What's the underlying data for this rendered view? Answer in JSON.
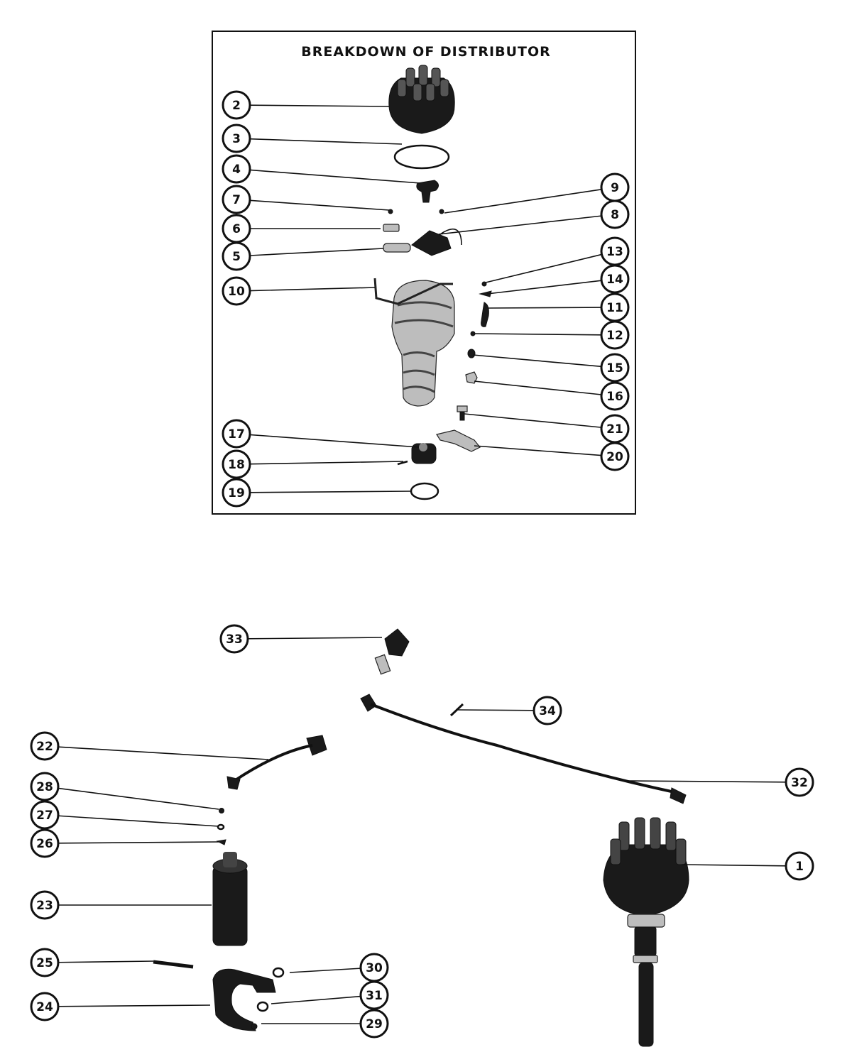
{
  "title": "BREAKDOWN OF DISTRIBUTOR",
  "callouts": [
    {
      "number": "2",
      "target": [
        548,
        150
      ]
    },
    {
      "number": "3",
      "target": [
        566,
        203
      ]
    },
    {
      "number": "4",
      "target": [
        592,
        258
      ]
    },
    {
      "number": "7",
      "target": [
        548,
        296
      ]
    },
    {
      "number": "6",
      "target": [
        536,
        322
      ]
    },
    {
      "number": "5",
      "target": [
        540,
        350
      ]
    },
    {
      "number": "10",
      "target": [
        528,
        405
      ]
    },
    {
      "number": "9",
      "target": [
        626,
        300
      ]
    },
    {
      "number": "8",
      "target": [
        618,
        330
      ]
    },
    {
      "number": "13",
      "target": [
        684,
        398
      ]
    },
    {
      "number": "14",
      "target": [
        686,
        414
      ]
    },
    {
      "number": "11",
      "target": [
        688,
        434
      ]
    },
    {
      "number": "12",
      "target": [
        668,
        470
      ]
    },
    {
      "number": "15",
      "target": [
        666,
        500
      ]
    },
    {
      "number": "16",
      "target": [
        668,
        537
      ]
    },
    {
      "number": "21",
      "target": [
        654,
        583
      ]
    },
    {
      "number": "20",
      "target": [
        668,
        628
      ]
    },
    {
      "number": "17",
      "target": [
        590,
        630
      ]
    },
    {
      "number": "18",
      "target": [
        568,
        650
      ]
    },
    {
      "number": "19",
      "target": [
        578,
        692
      ]
    },
    {
      "number": "33",
      "target": [
        538,
        898
      ]
    },
    {
      "number": "34",
      "target": [
        645,
        1000
      ]
    },
    {
      "number": "22",
      "target": [
        378,
        1070
      ]
    },
    {
      "number": "32",
      "target": [
        882,
        1100
      ]
    },
    {
      "number": "28",
      "target": [
        308,
        1140
      ]
    },
    {
      "number": "27",
      "target": [
        308,
        1164
      ]
    },
    {
      "number": "26",
      "target": [
        308,
        1186
      ]
    },
    {
      "number": "1",
      "target": [
        960,
        1218
      ]
    },
    {
      "number": "23",
      "target": [
        298,
        1275
      ]
    },
    {
      "number": "25",
      "target": [
        216,
        1354
      ]
    },
    {
      "number": "30",
      "target": [
        408,
        1370
      ]
    },
    {
      "number": "24",
      "target": [
        296,
        1416
      ]
    },
    {
      "number": "31",
      "target": [
        382,
        1414
      ]
    },
    {
      "number": "29",
      "target": [
        368,
        1442
      ]
    }
  ]
}
